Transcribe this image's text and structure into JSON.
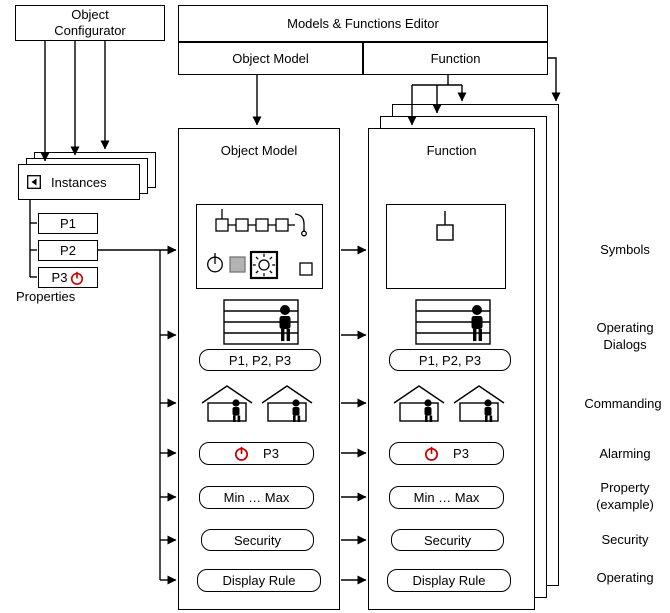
{
  "header": {
    "object_configurator": "Object Configurator",
    "editor_title": "Models & Functions Editor",
    "tabs": {
      "object_model": "Object Model",
      "function": "Function"
    }
  },
  "left": {
    "instances_label": "Instances",
    "properties": [
      "P1",
      "P2",
      "P3"
    ],
    "properties_caption": "Properties"
  },
  "panels": {
    "object_model": {
      "title": "Object Model",
      "dialog_properties": "P1, P2, P3",
      "alarm_property": "P3",
      "property_example": "Min … Max",
      "security": "Security",
      "display_rule": "Display Rule"
    },
    "function": {
      "title": "Function",
      "dialog_properties": "P1, P2, P3",
      "alarm_property": "P3",
      "property_example": "Min … Max",
      "security": "Security",
      "display_rule": "Display Rule"
    }
  },
  "right_labels": [
    "Symbols",
    "Operating Dialogs",
    "Commanding",
    "Alarming",
    "Property (example)",
    "Security",
    "Operating"
  ],
  "icons": {
    "instances_nav": "back-arrow-icon",
    "alarm": "red-power-icon",
    "dialog_user": "person-icon",
    "commanding": "house-with-person-icon",
    "object_symbols": "plant-schematic-icon",
    "function_symbols": "lamp-icon"
  },
  "colors": {
    "line": "#000000",
    "alarm_red": "#cc0000",
    "grey_fill": "#b3b3b3",
    "background": "#ffffff"
  }
}
